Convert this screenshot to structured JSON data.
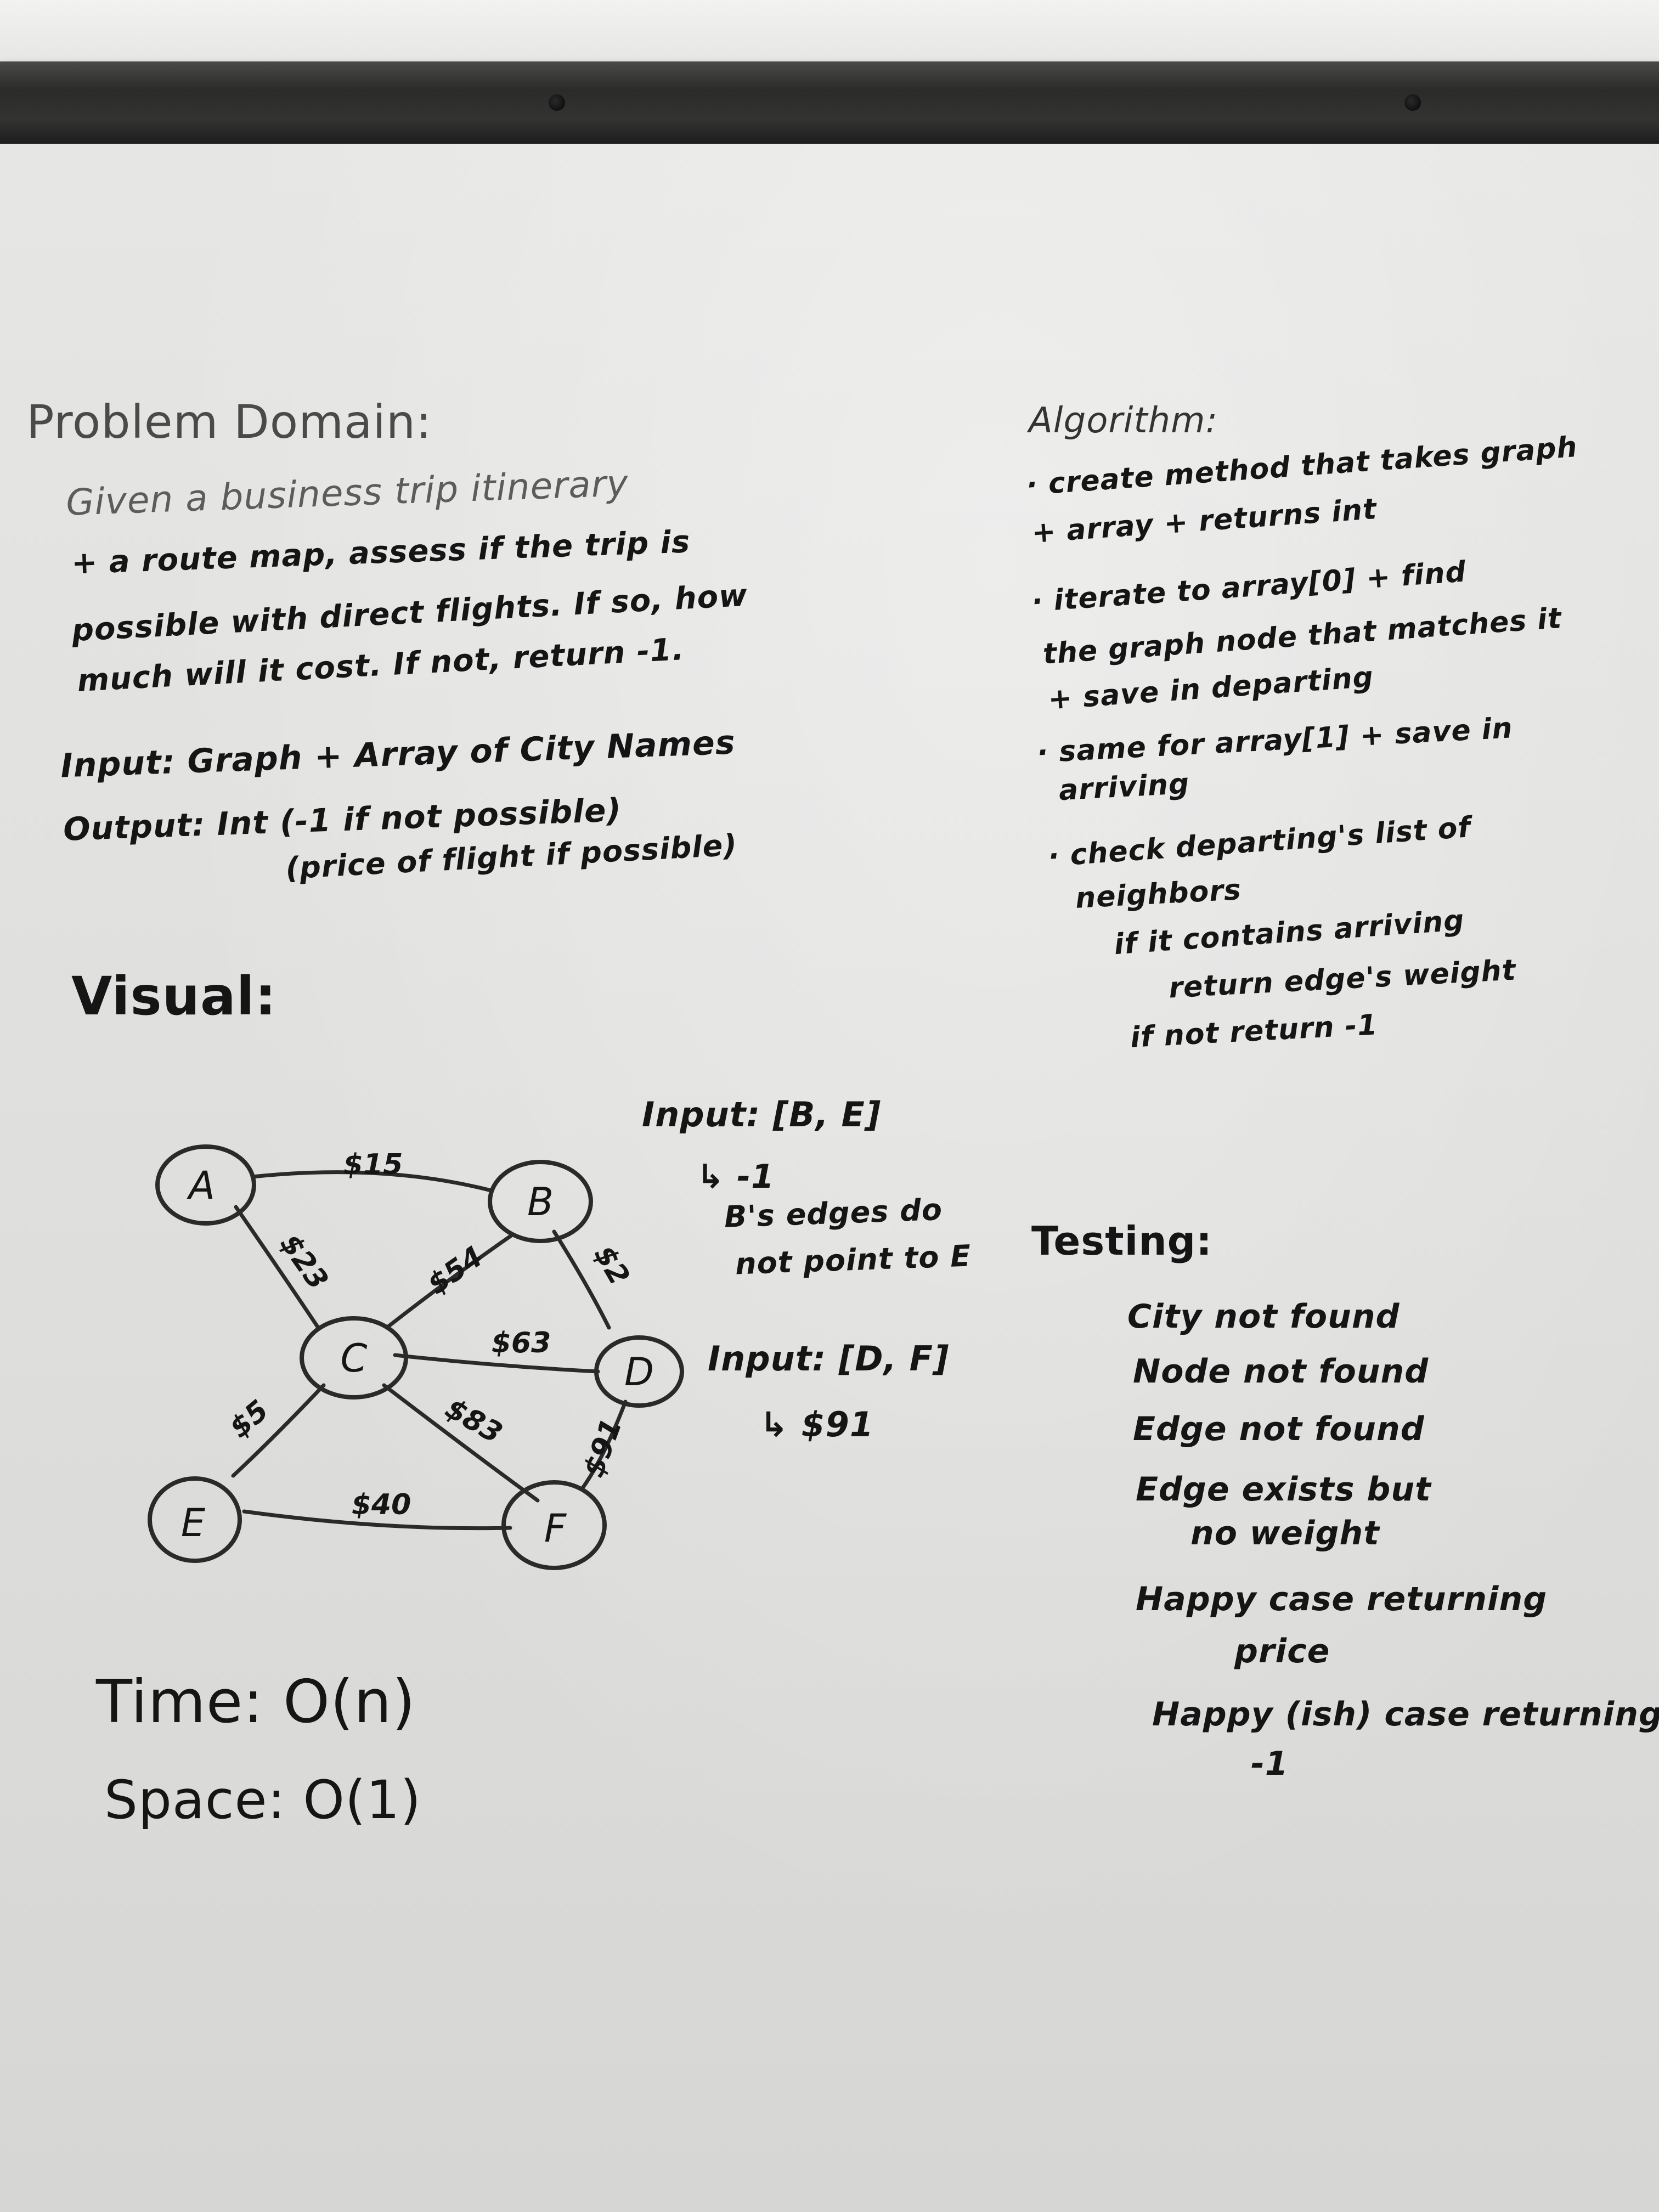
{
  "problem_domain": {
    "heading": "Problem Domain:",
    "lines": [
      "Given a business trip itinerary",
      "+ a route map, assess if the trip is",
      "possible with direct flights. If so, how",
      "much will it cost. If not, return -1."
    ],
    "input": "Input: Graph + Array of City Names",
    "output": "Output: Int (-1 if not possible)",
    "output_note": "(price of flight if possible)"
  },
  "visual": {
    "heading": "Visual:",
    "nodes": [
      "A",
      "B",
      "C",
      "D",
      "E",
      "F"
    ],
    "edges": [
      {
        "from": "A",
        "to": "B",
        "label": "$15"
      },
      {
        "from": "A",
        "to": "C",
        "label": "$23"
      },
      {
        "from": "C",
        "to": "B",
        "label": "$54"
      },
      {
        "from": "B",
        "to": "D",
        "label": "$2"
      },
      {
        "from": "C",
        "to": "D",
        "label": "$63"
      },
      {
        "from": "C",
        "to": "F",
        "label": "$83"
      },
      {
        "from": "D",
        "to": "F",
        "label": "$91"
      },
      {
        "from": "C",
        "to": "E",
        "label": "$5"
      },
      {
        "from": "E",
        "to": "F",
        "label": "$40"
      }
    ],
    "example1_input": "Input: [B, E]",
    "example1_result": "↳ -1",
    "example1_note1": "B's edges do",
    "example1_note2": "not point to E",
    "example2_input": "Input: [D, F]",
    "example2_result": "↳ $91"
  },
  "complexity": {
    "time": "Time: O(n)",
    "space": "Space: O(1)"
  },
  "algorithm": {
    "heading": "Algorithm:",
    "lines": [
      "· create method that takes graph",
      "+ array + returns int",
      "· iterate to array[0] + find",
      "the graph node that matches it",
      "+ save in departing",
      "· same for array[1] + save in",
      "arriving",
      "· check departing's list of",
      "neighbors",
      "if it contains arriving",
      "return edge's weight",
      "if not return -1"
    ]
  },
  "testing": {
    "heading": "Testing:",
    "lines": [
      "City not found",
      "Node not found",
      "Edge not found",
      "Edge exists but",
      "no weight",
      "Happy case returning",
      "price",
      "Happy (ish) case returning",
      "-1"
    ]
  }
}
